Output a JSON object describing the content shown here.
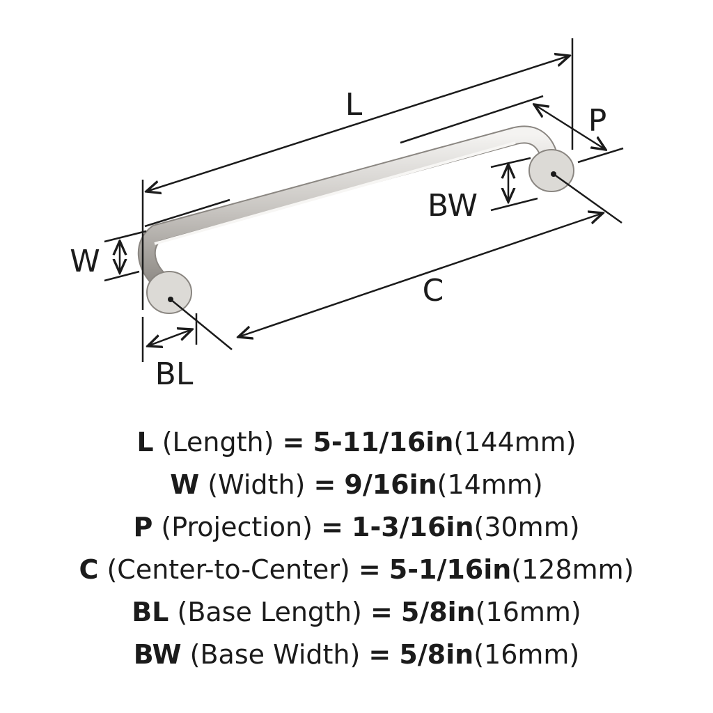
{
  "diagram_labels": {
    "L": "L",
    "W": "W",
    "P": "P",
    "C": "C",
    "BL": "BL",
    "BW": "BW"
  },
  "specs": [
    {
      "code": "L",
      "name": "(Length)",
      "eq": "=",
      "imperial": "5-11/16in",
      "metric": "(144mm)"
    },
    {
      "code": "W",
      "name": "(Width)",
      "eq": "=",
      "imperial": "9/16in",
      "metric": "(14mm)"
    },
    {
      "code": "P",
      "name": "(Projection)",
      "eq": "=",
      "imperial": "1-3/16in",
      "metric": "(30mm)"
    },
    {
      "code": "C",
      "name": "(Center-to-Center)",
      "eq": "=",
      "imperial": "5-1/16in",
      "metric": "(128mm)"
    },
    {
      "code": "BL",
      "name": "(Base Length)",
      "eq": "=",
      "imperial": "5/8in",
      "metric": "(16mm)"
    },
    {
      "code": "BW",
      "name": "(Base Width)",
      "eq": "=",
      "imperial": "5/8in",
      "metric": "(16mm)"
    }
  ],
  "colors": {
    "line": "#1b1b1b",
    "metal": "#d9d7d4"
  }
}
